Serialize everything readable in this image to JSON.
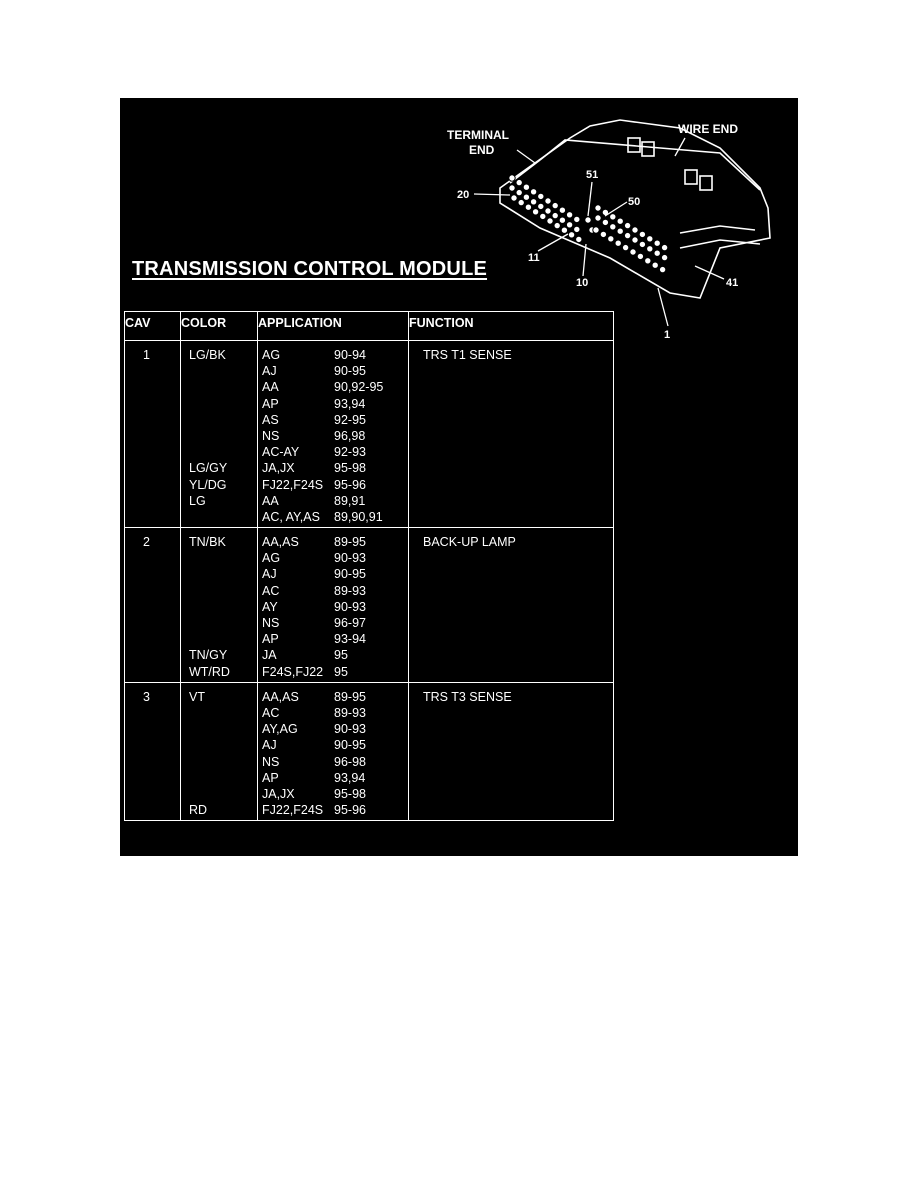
{
  "title": "TRANSMISSION CONTROL MODULE",
  "diagram": {
    "labels": {
      "terminal_end_1": "TERMINAL",
      "terminal_end_2": "END",
      "wire_end": "WIRE END",
      "pin_51": "51",
      "pin_50": "50",
      "pin_20": "20",
      "pin_11": "11",
      "pin_10": "10",
      "pin_41": "41",
      "pin_1": "1"
    }
  },
  "table": {
    "headers": {
      "cav": "CAV",
      "color": "COLOR",
      "application": "APPLICATION",
      "function": "FUNCTION"
    },
    "rows": [
      {
        "cav": "1",
        "function": "TRS T1 SENSE",
        "lines": [
          {
            "color": "LG/BK",
            "model": "AG",
            "years": "90-94"
          },
          {
            "color": "",
            "model": "AJ",
            "years": "90-95"
          },
          {
            "color": "",
            "model": "AA",
            "years": "90,92-95"
          },
          {
            "color": "",
            "model": "AP",
            "years": "93,94"
          },
          {
            "color": "",
            "model": "AS",
            "years": "92-95"
          },
          {
            "color": "",
            "model": "NS",
            "years": "96,98"
          },
          {
            "color": "",
            "model": "AC-AY",
            "years": "92-93"
          },
          {
            "color": "LG/GY",
            "model": "JA,JX",
            "years": "95-98"
          },
          {
            "color": "YL/DG",
            "model": "FJ22,F24S",
            "years": "95-96"
          },
          {
            "color": "LG",
            "model": "AA",
            "years": "89,91"
          },
          {
            "color": "",
            "model": "AC, AY,AS",
            "years": "89,90,91"
          }
        ]
      },
      {
        "cav": "2",
        "function": "BACK-UP LAMP",
        "lines": [
          {
            "color": "TN/BK",
            "model": "AA,AS",
            "years": "89-95"
          },
          {
            "color": "",
            "model": "AG",
            "years": "90-93"
          },
          {
            "color": "",
            "model": "AJ",
            "years": "90-95"
          },
          {
            "color": "",
            "model": "AC",
            "years": "89-93"
          },
          {
            "color": "",
            "model": "AY",
            "years": "90-93"
          },
          {
            "color": "",
            "model": "NS",
            "years": "96-97"
          },
          {
            "color": "",
            "model": "AP",
            "years": "93-94"
          },
          {
            "color": "TN/GY",
            "model": "JA",
            "years": "95"
          },
          {
            "color": "WT/RD",
            "model": "F24S,FJ22",
            "years": "95"
          }
        ]
      },
      {
        "cav": "3",
        "function": "TRS T3  SENSE",
        "lines": [
          {
            "color": "VT",
            "model": "AA,AS",
            "years": "89-95"
          },
          {
            "color": "",
            "model": "AC",
            "years": "89-93"
          },
          {
            "color": "",
            "model": "AY,AG",
            "years": "90-93"
          },
          {
            "color": "",
            "model": "AJ",
            "years": "90-95"
          },
          {
            "color": "",
            "model": "NS",
            "years": "96-98"
          },
          {
            "color": "",
            "model": "AP",
            "years": "93,94"
          },
          {
            "color": "",
            "model": "JA,JX",
            "years": "95-98"
          },
          {
            "color": "RD",
            "model": "FJ22,F24S",
            "years": "95-96"
          }
        ]
      }
    ]
  }
}
